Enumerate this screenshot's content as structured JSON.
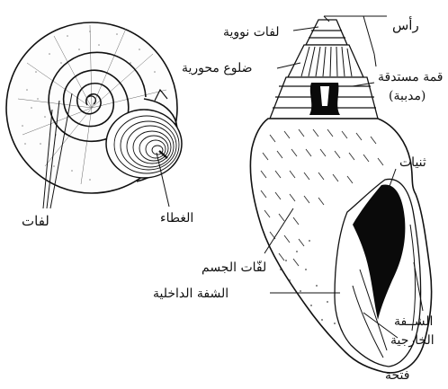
{
  "labels": {
    "whorls_left": "لفات",
    "operculum": "الغطاء",
    "apex": "رأس",
    "nuclear_whorls": "لفات نووية",
    "axial_ribs": "ضلوع محورية",
    "spire": "قمة مستدقة",
    "spire_note": "(مدببة)",
    "folds": "ثنيات",
    "body_whorl": "لفّات الجسم",
    "inner_lip": "الشفة الداخلية",
    "outer_lip_1": "الشــفة",
    "outer_lip_2": "الخارجية",
    "aperture": "فتحة"
  },
  "colors": {
    "ink": "#111111",
    "shell_fill": "#ffffff",
    "dark": "#0a0a0a"
  }
}
